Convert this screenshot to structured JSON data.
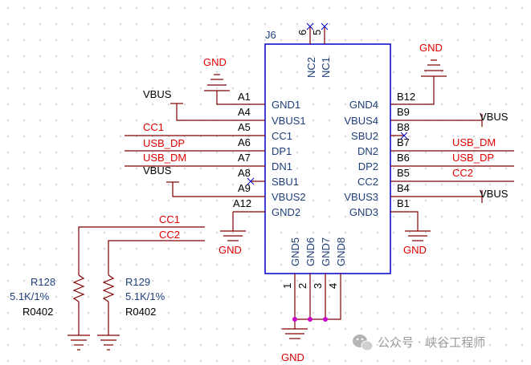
{
  "component": {
    "designator": "J6",
    "left_pins": [
      {
        "num": "A1",
        "name": "GND1"
      },
      {
        "num": "A4",
        "name": "VBUS1"
      },
      {
        "num": "A5",
        "name": "CC1"
      },
      {
        "num": "A6",
        "name": "DP1"
      },
      {
        "num": "A7",
        "name": "DN1"
      },
      {
        "num": "A8",
        "name": "SBU1"
      },
      {
        "num": "A9",
        "name": "VBUS2"
      },
      {
        "num": "A12",
        "name": "GND2"
      }
    ],
    "right_pins": [
      {
        "num": "B12",
        "name": "GND4"
      },
      {
        "num": "B9",
        "name": "VBUS4"
      },
      {
        "num": "B8",
        "name": "SBU2"
      },
      {
        "num": "B7",
        "name": "DN2"
      },
      {
        "num": "B6",
        "name": "DP2"
      },
      {
        "num": "B5",
        "name": "CC2"
      },
      {
        "num": "B4",
        "name": "VBUS3"
      },
      {
        "num": "B1",
        "name": "GND3"
      }
    ],
    "top_pins": [
      {
        "num": "6",
        "name": "NC2"
      },
      {
        "num": "5",
        "name": "NC1"
      }
    ],
    "bottom_pins": [
      {
        "num": "1",
        "name": "GND5"
      },
      {
        "num": "2",
        "name": "GND6"
      },
      {
        "num": "3",
        "name": "GND7"
      },
      {
        "num": "4",
        "name": "GND8"
      }
    ]
  },
  "net_labels": {
    "vbus_left_top": "VBUS",
    "cc1": "CC1",
    "usb_dp_left": "USB_DP",
    "usb_dm_left": "USB_DM",
    "vbus_left_bottom": "VBUS",
    "vbus_right_top": "VBUS",
    "usb_dm_right": "USB_DM",
    "usb_dp_right": "USB_DP",
    "cc2": "CC2",
    "vbus_right_bottom": "VBUS",
    "cc1_resistor": "CC1",
    "cc2_resistor": "CC2"
  },
  "power_labels": {
    "gnd_top_left": "GND",
    "gnd_top_right": "GND",
    "gnd_mid_left": "GND",
    "gnd_mid_right": "GND",
    "gnd_bottom": "GND"
  },
  "resistors": [
    {
      "ref": "R128",
      "value": "5.1K/1%",
      "footprint": "R0402"
    },
    {
      "ref": "R129",
      "value": "5.1K/1%",
      "footprint": "R0402"
    }
  ],
  "watermark": {
    "text": "公众号 · 峡谷工程师",
    "icon": "wechat-icon"
  },
  "colors": {
    "wire": "#800000",
    "component_outline": "#0000cc",
    "pin_text": "#1f3f7a",
    "net_label": "#e00000",
    "junction": "#cc00cc",
    "text": "#000000",
    "no_connect": "#0000cc"
  }
}
